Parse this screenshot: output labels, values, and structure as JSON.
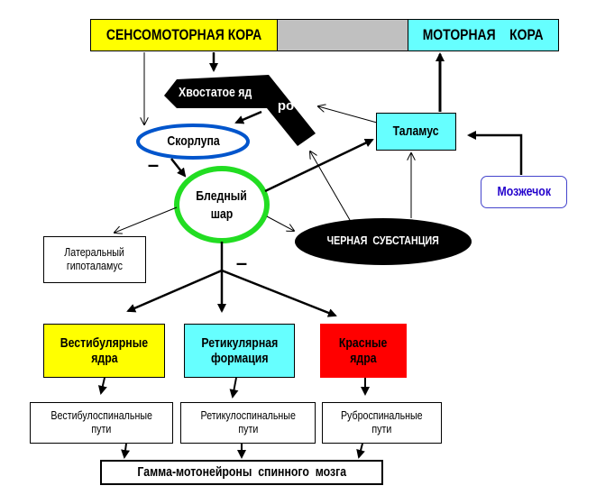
{
  "colors": {
    "sensory": "#ffff00",
    "gray": "#c0c0c0",
    "motor": "#66ffff",
    "thalamus": "#66ffff",
    "putamen_ring": "#0055cc",
    "globus_ring": "#22dd22",
    "cerebellum_text": "#2200cc",
    "red_nuclei": "#ff0000",
    "vestibular": "#ffff00",
    "reticular": "#66ffff",
    "black": "#000000"
  },
  "top_bar": {
    "sensorimotor_cortex": "СЕНСОМОТОРНАЯ КОРА",
    "motor_cortex": "МОТОРНАЯ    КОРА"
  },
  "nodes": {
    "caudate_part1": "Хвостатое яд",
    "caudate_part2": "ро",
    "putamen": "Скорлупа",
    "globus_line1": "Бледный",
    "globus_line2": "шар",
    "thalamus": "Таламус",
    "cerebellum": "Мозжечок",
    "lateral_hypothalamus_line1": "Латеральный",
    "lateral_hypothalamus_line2": "гипоталамус",
    "substantia_nigra": "ЧЕРНАЯ  СУБСТАНЦИЯ",
    "vestibular_line1": "Вестибулярные",
    "vestibular_line2": "ядра",
    "reticular_line1": "Ретикулярная",
    "reticular_line2": "формация",
    "red_line1": "Красные",
    "red_line2": "ядра",
    "vestibulospinal_line1": "Вестибулоспинальные",
    "vestibulospinal_line2": "пути",
    "reticulospinal_line1": "Ретикулоспинальные",
    "reticulospinal_line2": "пути",
    "rubrospinal_line1": "Руброспинальные",
    "rubrospinal_line2": "пути",
    "gamma_motoneurons": "Гамма-мотонейроны  спинного  мозга"
  },
  "inhibition_marks": [
    "–",
    "–"
  ]
}
